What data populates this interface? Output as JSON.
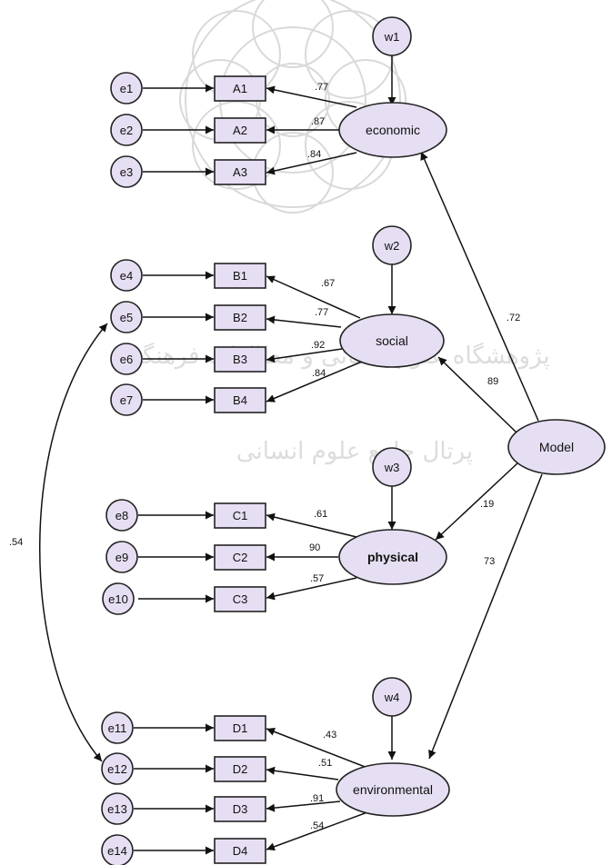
{
  "latent": {
    "model": "Model",
    "economic": "economic",
    "social": "social",
    "physical": "physical",
    "environmental": "environmental"
  },
  "disturbances": {
    "w1": "w1",
    "w2": "w2",
    "w3": "w3",
    "w4": "w4"
  },
  "indicators": {
    "A1": "A1",
    "A2": "A2",
    "A3": "A3",
    "B1": "B1",
    "B2": "B2",
    "B3": "B3",
    "B4": "B4",
    "C1": "C1",
    "C2": "C2",
    "C3": "C3",
    "D1": "D1",
    "D2": "D2",
    "D3": "D3",
    "D4": "D4"
  },
  "errors": {
    "e1": "e1",
    "e2": "e2",
    "e3": "e3",
    "e4": "e4",
    "e5": "e5",
    "e6": "e6",
    "e7": "e7",
    "e8": "e8",
    "e9": "e9",
    "e10": "e10",
    "e11": "e11",
    "e12": "e12",
    "e13": "e13",
    "e14": "e14"
  },
  "coefficients": {
    "model_economic": ".72",
    "model_social": "89",
    "model_physical": ".19",
    "model_environmental": "73",
    "economic_A1": ".77",
    "economic_A2": ".87",
    "economic_A3": ".84",
    "social_B1": ".67",
    "social_B2": ".77",
    "social_B3": ".92",
    "social_B4": ".84",
    "physical_C1": ".61",
    "physical_C2": "90",
    "physical_C3": ".57",
    "environmental_D1": ".43",
    "environmental_D2": ".51",
    "environmental_D3": ".91",
    "environmental_D4": ".54",
    "e5_e12": ".54"
  },
  "watermark": {
    "line1": "پژوهشگاه علوم انسانی و مطالعات فرهنگی",
    "line2": "پرتال جامع علوم انسانی"
  }
}
